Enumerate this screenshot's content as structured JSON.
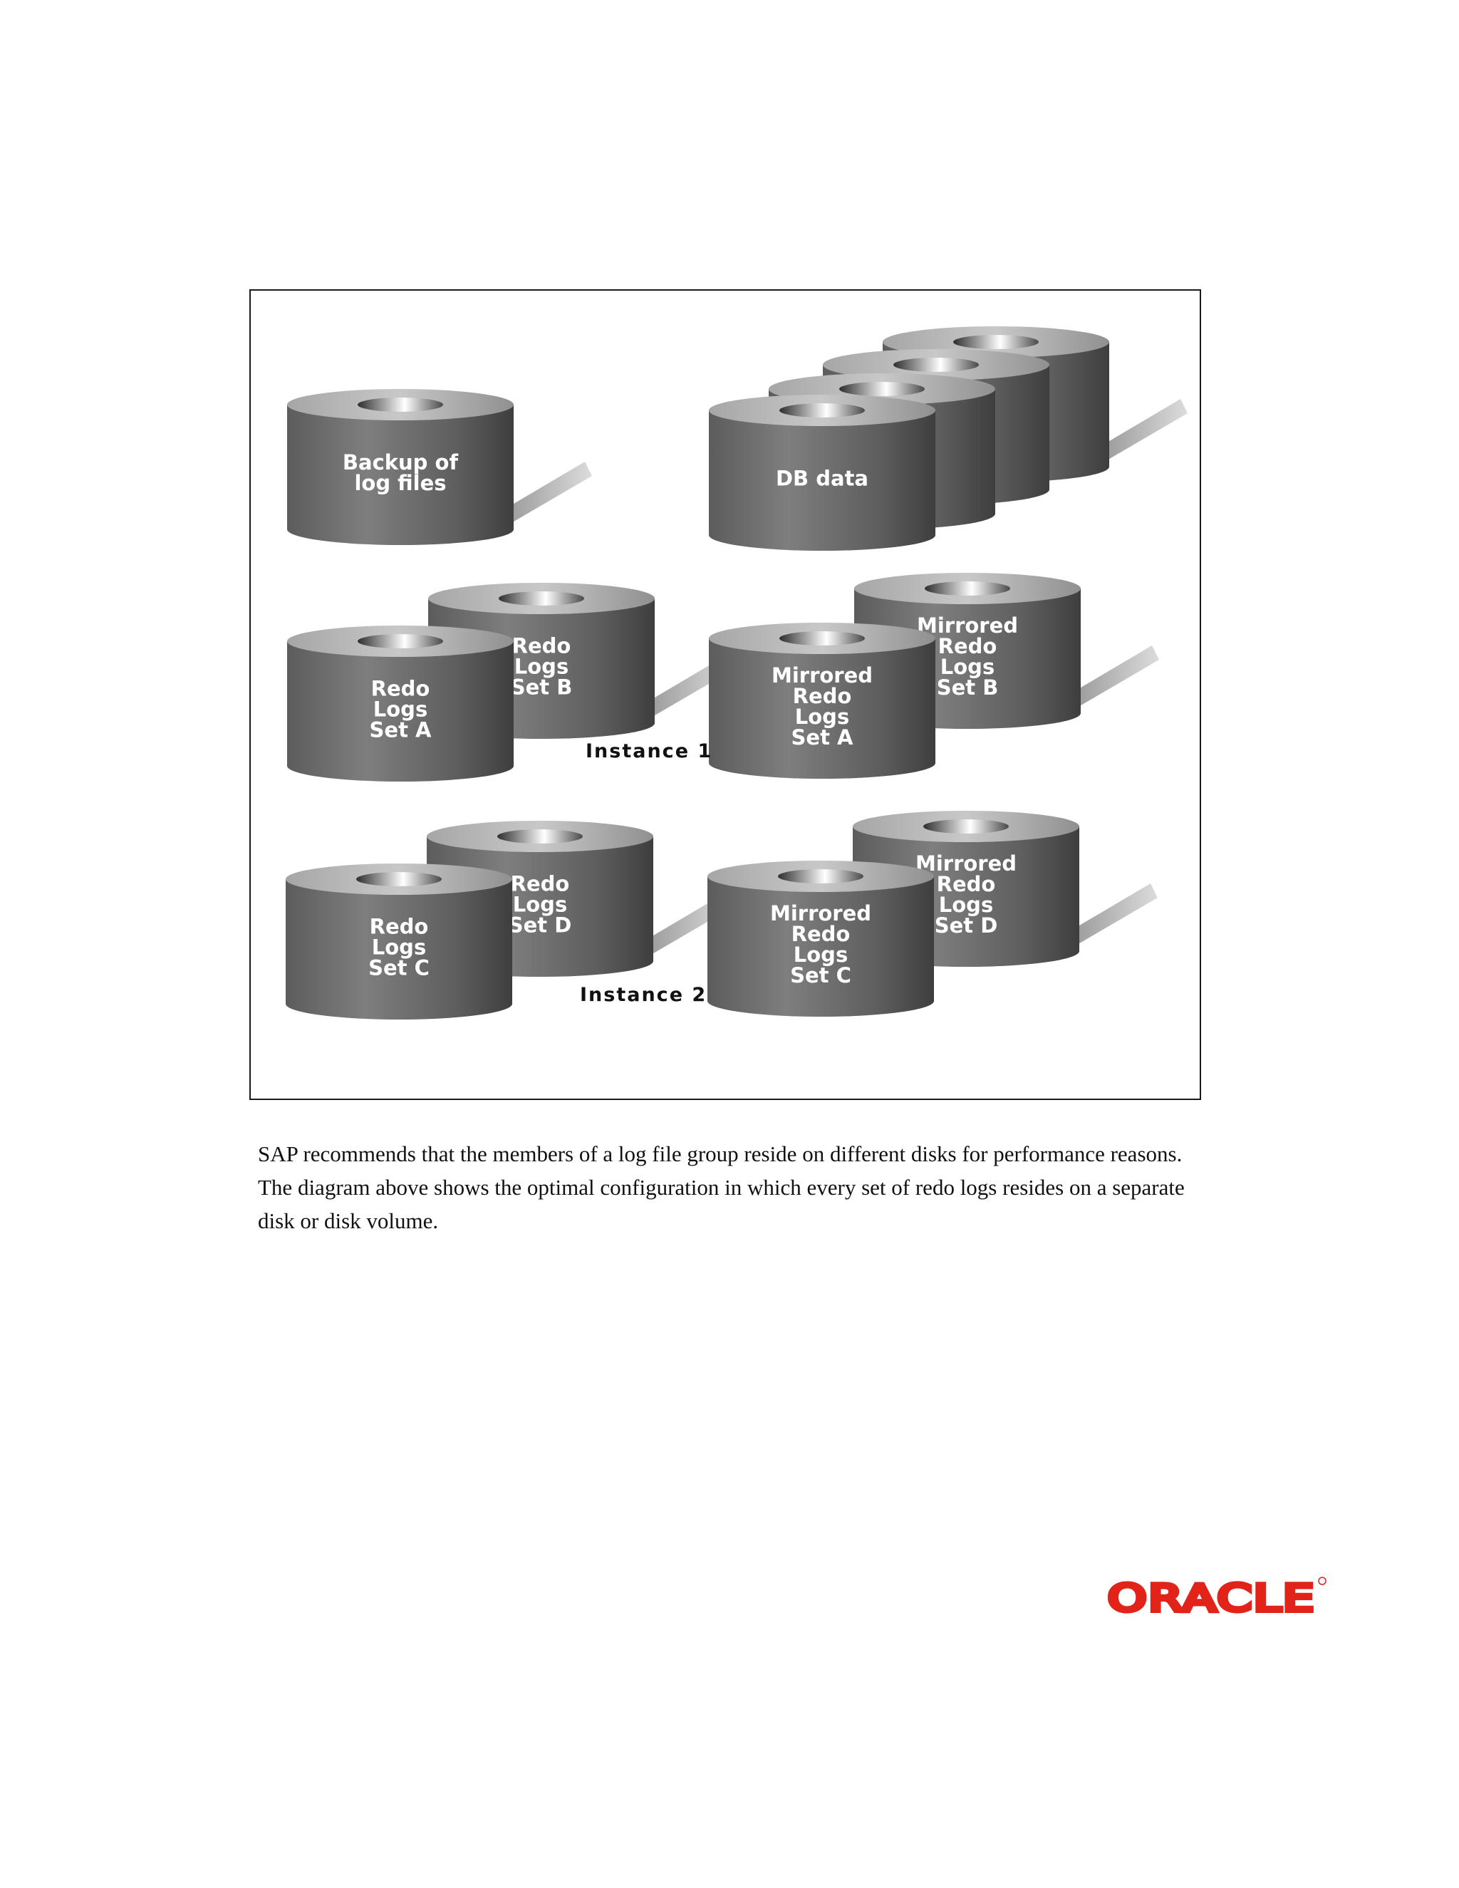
{
  "diagram": {
    "backup_disk": {
      "lines": [
        "Backup of",
        "log files"
      ]
    },
    "db_data_disk": {
      "label": "DB data",
      "stack_count": 4
    },
    "instance_1": {
      "label": "Instance 1",
      "redo_set_a": {
        "lines": [
          "Redo",
          "Logs",
          "Set A"
        ]
      },
      "redo_set_b": {
        "lines": [
          "Redo",
          "Logs",
          "Set B"
        ]
      },
      "mirrored_set_a": {
        "lines": [
          "Mirrored",
          "Redo",
          "Logs",
          "Set A"
        ]
      },
      "mirrored_set_b": {
        "lines": [
          "Mirrored",
          "Redo",
          "Logs",
          "Set B"
        ]
      }
    },
    "instance_2": {
      "label": "Instance 2",
      "redo_set_c": {
        "lines": [
          "Redo",
          "Logs",
          "Set C"
        ]
      },
      "redo_set_d": {
        "lines": [
          "Redo",
          "Logs",
          "Set  D"
        ]
      },
      "mirrored_set_c": {
        "lines": [
          "Mirrored",
          "Redo",
          "Logs",
          "Set C"
        ]
      },
      "mirrored_set_d": {
        "lines": [
          "Mirrored",
          "Redo",
          "Logs",
          "Set  D"
        ]
      }
    }
  },
  "caption": {
    "text": "SAP recommends that the members of a log file group reside on different disks for performance reasons. The diagram above shows the optimal configuration in which every set of redo logs resides on a separate disk or disk volume."
  },
  "logo": {
    "text": "ORACLE",
    "color": "#e2231a"
  }
}
